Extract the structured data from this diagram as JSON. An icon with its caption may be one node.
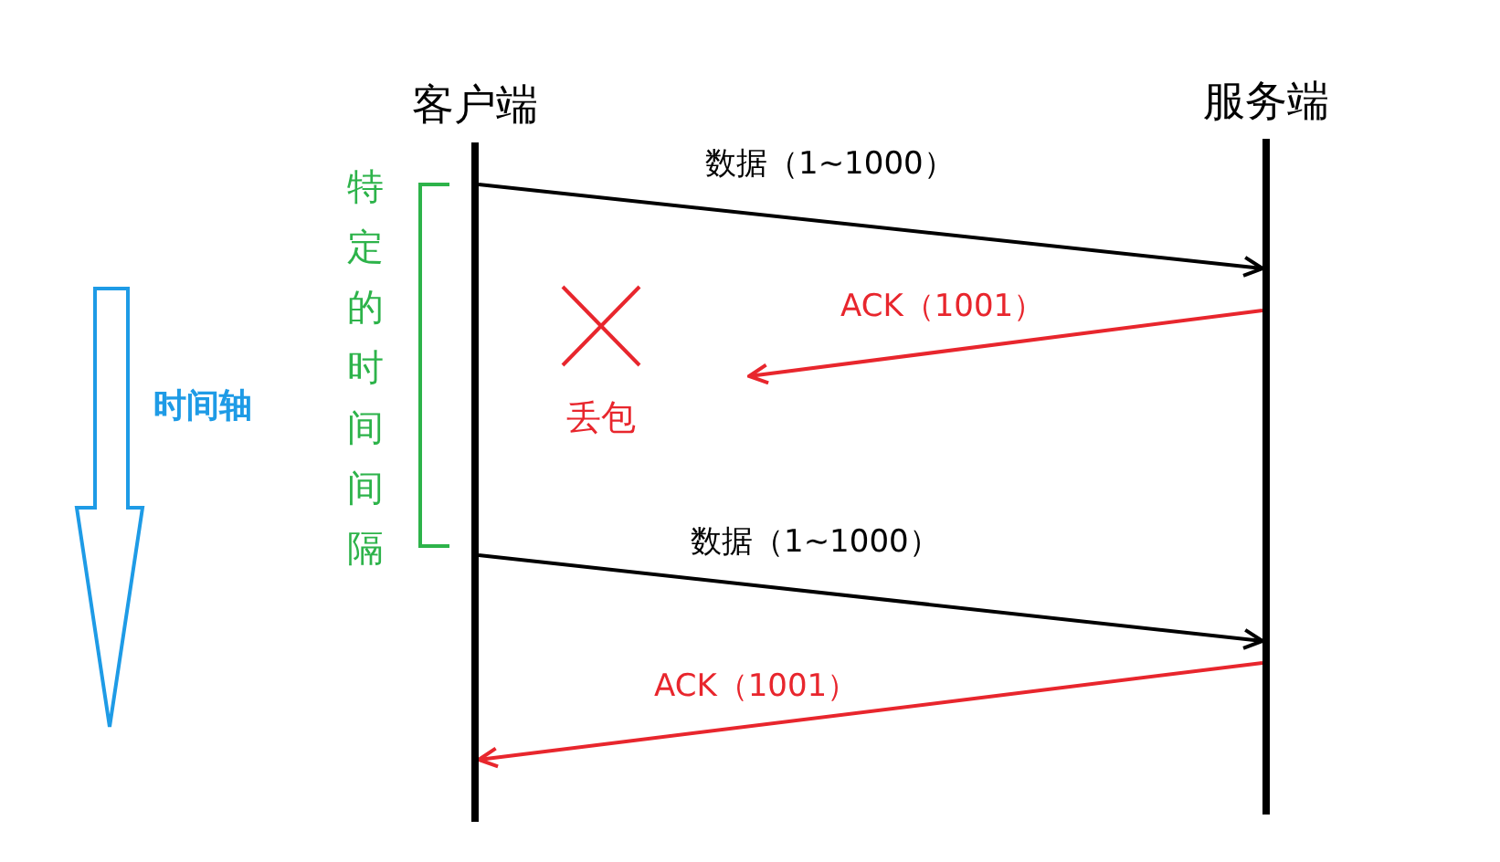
{
  "diagram": {
    "nodes": [
      {
        "text": [
          "客户端"
        ]
      },
      {
        "text": [
          "服务端"
        ]
      }
    ],
    "edges": [
      {
        "from": 0,
        "to": 1,
        "arrow": "to",
        "label": "数据（1~1000）"
      },
      {
        "from": 1,
        "to": null,
        "arrow": "to",
        "label": "ACK（1001）",
        "color": "#e8262d"
      },
      {
        "from": 0,
        "to": 1,
        "arrow": "to",
        "label": "数据（1~1000）"
      },
      {
        "from": 1,
        "to": 0,
        "arrow": "to",
        "label": "ACK（1001）",
        "color": "#e8262d"
      }
    ],
    "labels": [
      "时间轴",
      "特定的时间间隔",
      "丢包"
    ]
  }
}
